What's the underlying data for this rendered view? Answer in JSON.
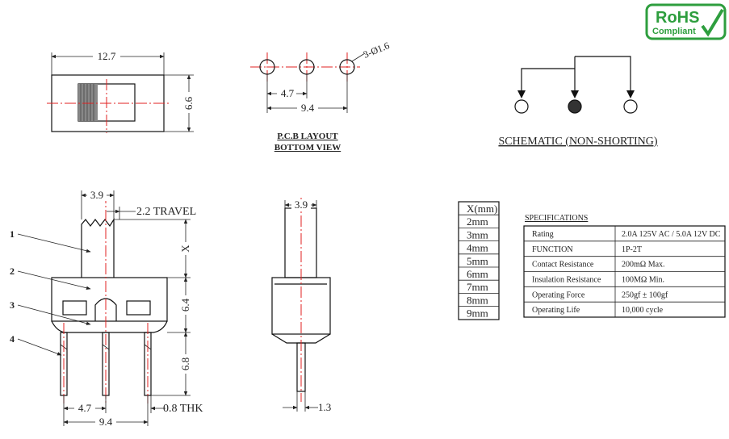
{
  "rohs": {
    "line1": "RoHS",
    "line2": "Compliant",
    "color": "#2e9e3e"
  },
  "top_view": {
    "width_dim": "12.7",
    "height_dim": "6.6"
  },
  "pcb": {
    "hole_dim": "3-Ø1.6",
    "pitch1": "4.7",
    "pitch2": "9.4",
    "label1": "P.C.B LAYOUT",
    "label2": "BOTTOM VIEW"
  },
  "schematic": {
    "label": "SCHEMATIC (NON-SHORTING)"
  },
  "front_view": {
    "d_actuator": "3.9",
    "d_travel": "2.2 TRAVEL",
    "d_x": "X",
    "d_body": "6.4",
    "d_pin": "6.8",
    "d_pitch": "4.7",
    "d_total": "9.4",
    "d_thk": "0.8 THK",
    "callouts": [
      "1",
      "2",
      "3",
      "4"
    ]
  },
  "side_view": {
    "d_top": "3.9",
    "d_pin": "1.3"
  },
  "x_table": {
    "header": "X(mm)",
    "rows": [
      "2mm",
      "3mm",
      "4mm",
      "5mm",
      "6mm",
      "7mm",
      "8mm",
      "9mm"
    ]
  },
  "specs": {
    "title": "SPECIFICATIONS",
    "rows": [
      [
        "Rating",
        "2.0A 125V AC / 5.0A 12V DC"
      ],
      [
        "FUNCTION",
        "1P-2T"
      ],
      [
        "Contact Resistance",
        "200mΩ Max."
      ],
      [
        "Insulation Resistance",
        "100MΩ Min."
      ],
      [
        "Operating Force",
        "250gf ± 100gf"
      ],
      [
        "Operating Life",
        "10,000 cycle"
      ]
    ]
  },
  "colors": {
    "line": "#111111",
    "centerline": "#e02020"
  }
}
